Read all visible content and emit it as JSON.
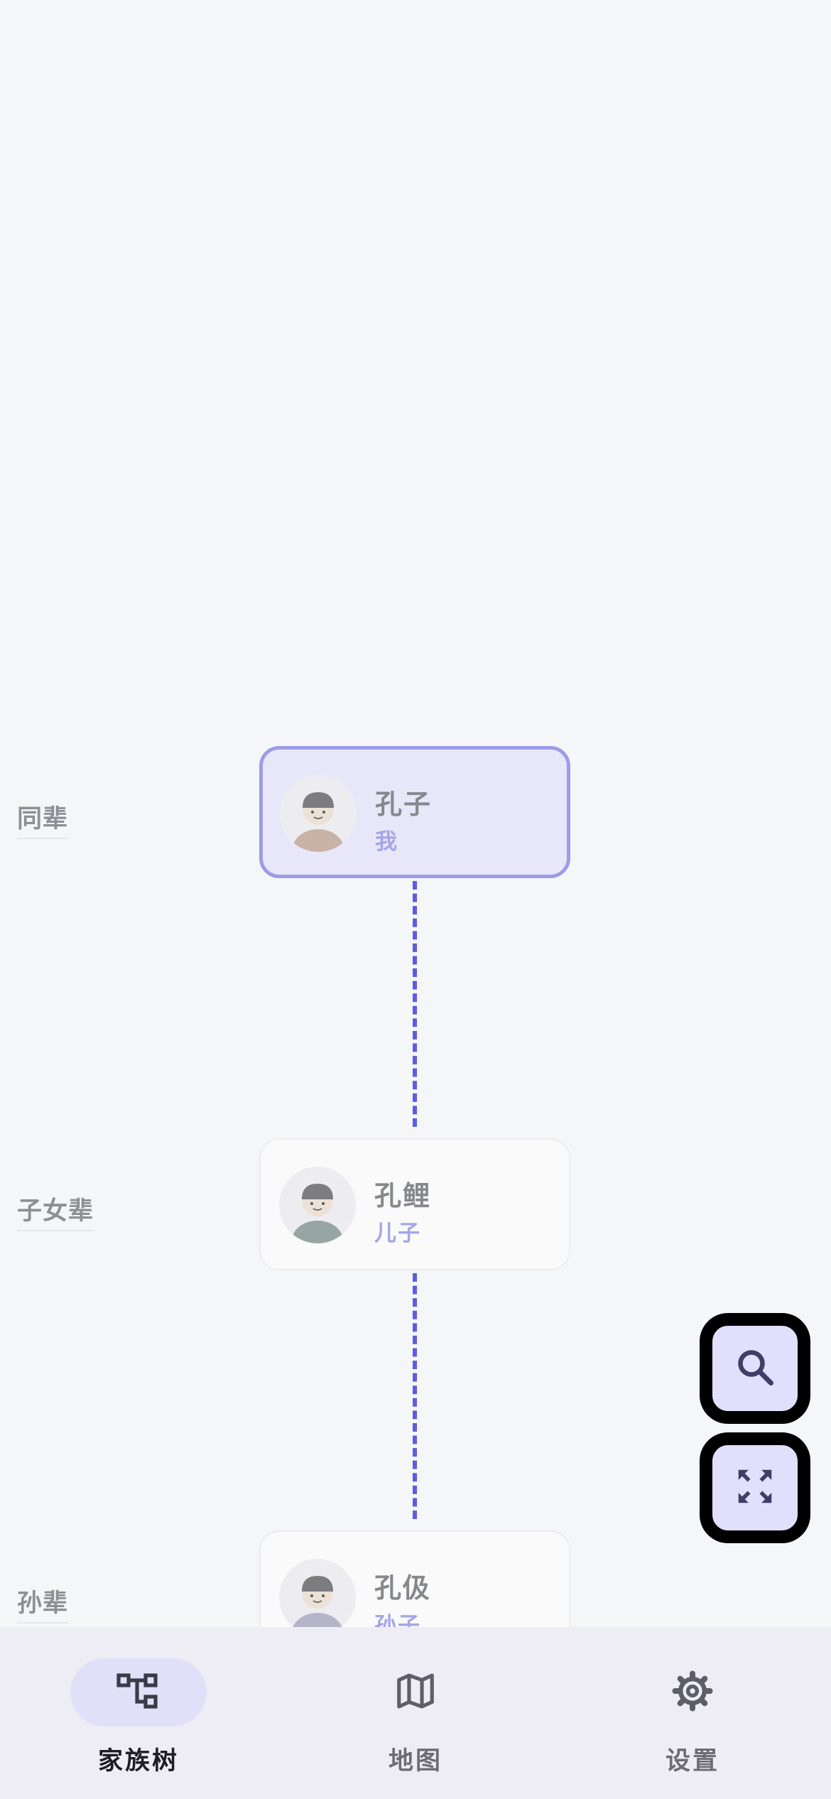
{
  "tree": {
    "generations": [
      {
        "label": "同辈"
      },
      {
        "label": "子女辈"
      },
      {
        "label": "孙辈"
      }
    ],
    "members": [
      {
        "name": "孔子",
        "relation": "我",
        "is_self": true
      },
      {
        "name": "孔鲤",
        "relation": "儿子",
        "is_self": false
      },
      {
        "name": "孔伋",
        "relation": "孙子",
        "is_self": false
      }
    ]
  },
  "fabs": {
    "search_icon": "search-icon",
    "fit_icon": "fullscreen-icon"
  },
  "bottom_nav": {
    "items": [
      {
        "label": "家族树",
        "icon": "family-tree-icon",
        "active": true
      },
      {
        "label": "地图",
        "icon": "map-icon",
        "active": false
      },
      {
        "label": "设置",
        "icon": "gear-icon",
        "active": false
      }
    ]
  },
  "colors": {
    "accent": "#5e5ce0",
    "self_card_bg": "#e8e7fa",
    "self_card_border": "#9c9de8",
    "relation_text": "#a4a6e8",
    "fab_bg": "#e1e0fc",
    "nav_bg": "#efedf4",
    "nav_active_pill": "#e1e0f9"
  }
}
